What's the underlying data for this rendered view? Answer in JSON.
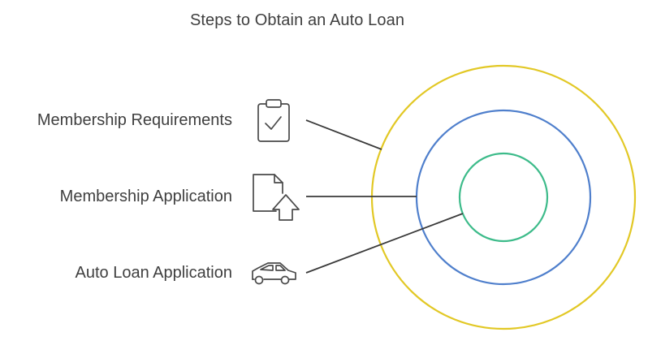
{
  "title": "Steps to Obtain an Auto Loan",
  "steps": [
    {
      "label": "Membership Requirements",
      "icon": "clipboard-check-icon",
      "ring_color": "#e2c825"
    },
    {
      "label": "Membership Application",
      "icon": "document-upload-icon",
      "ring_color": "#4f7fcc"
    },
    {
      "label": "Auto Loan Application",
      "icon": "car-icon",
      "ring_color": "#3dbb8a"
    }
  ],
  "colors": {
    "text": "#3f3f3f",
    "line": "#3a3a3a",
    "icon_stroke": "#4a4a4a"
  }
}
